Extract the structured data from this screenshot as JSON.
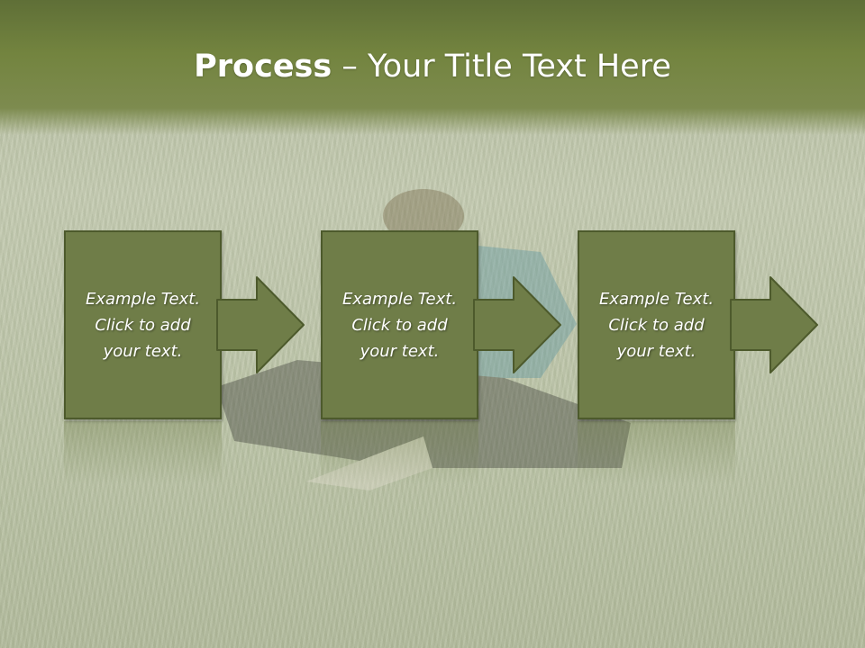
{
  "slide": {
    "title_bold": "Process",
    "title_rest": " – Your Title Text Here"
  },
  "steps": [
    {
      "lines": [
        "Example Text.",
        "Click  to add",
        "your text."
      ]
    },
    {
      "lines": [
        "Example Text.",
        "Click  to add",
        "your text."
      ]
    },
    {
      "lines": [
        "Example Text.",
        "Click  to add",
        "your text."
      ]
    }
  ],
  "colors": {
    "header": "#73843f",
    "box_fill": "#6f7d48",
    "box_border": "#4d5a2c",
    "text": "#ffffff"
  }
}
